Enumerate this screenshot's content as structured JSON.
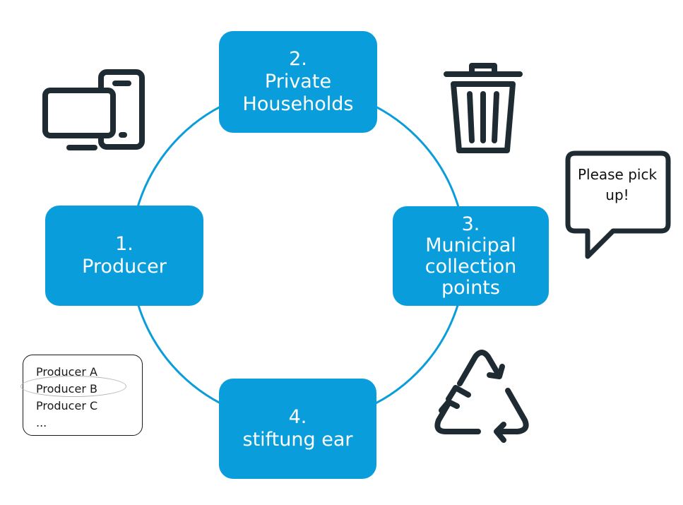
{
  "steps": [
    {
      "number": "1.",
      "lines": [
        "Producer"
      ]
    },
    {
      "number": "2.",
      "lines": [
        "Private",
        "Households"
      ]
    },
    {
      "number": "3.",
      "lines": [
        "Municipal",
        "collection",
        "points"
      ]
    },
    {
      "number": "4.",
      "lines": [
        "stiftung ear"
      ]
    }
  ],
  "speech_bubble": {
    "line1": "Please pick",
    "line2": "up!"
  },
  "producer_list": {
    "items": [
      "Producer A",
      "Producer B",
      "Producer C",
      "..."
    ],
    "highlighted": "Producer B"
  },
  "icons": {
    "devices": "monitor-and-phone-icon",
    "trash": "trash-bin-icon",
    "recycle": "recycle-icon",
    "bubble": "speech-bubble-icon"
  },
  "colors": {
    "accent": "#0a9ddb",
    "icon": "#1f2b33",
    "text_on_accent": "#ffffff"
  }
}
